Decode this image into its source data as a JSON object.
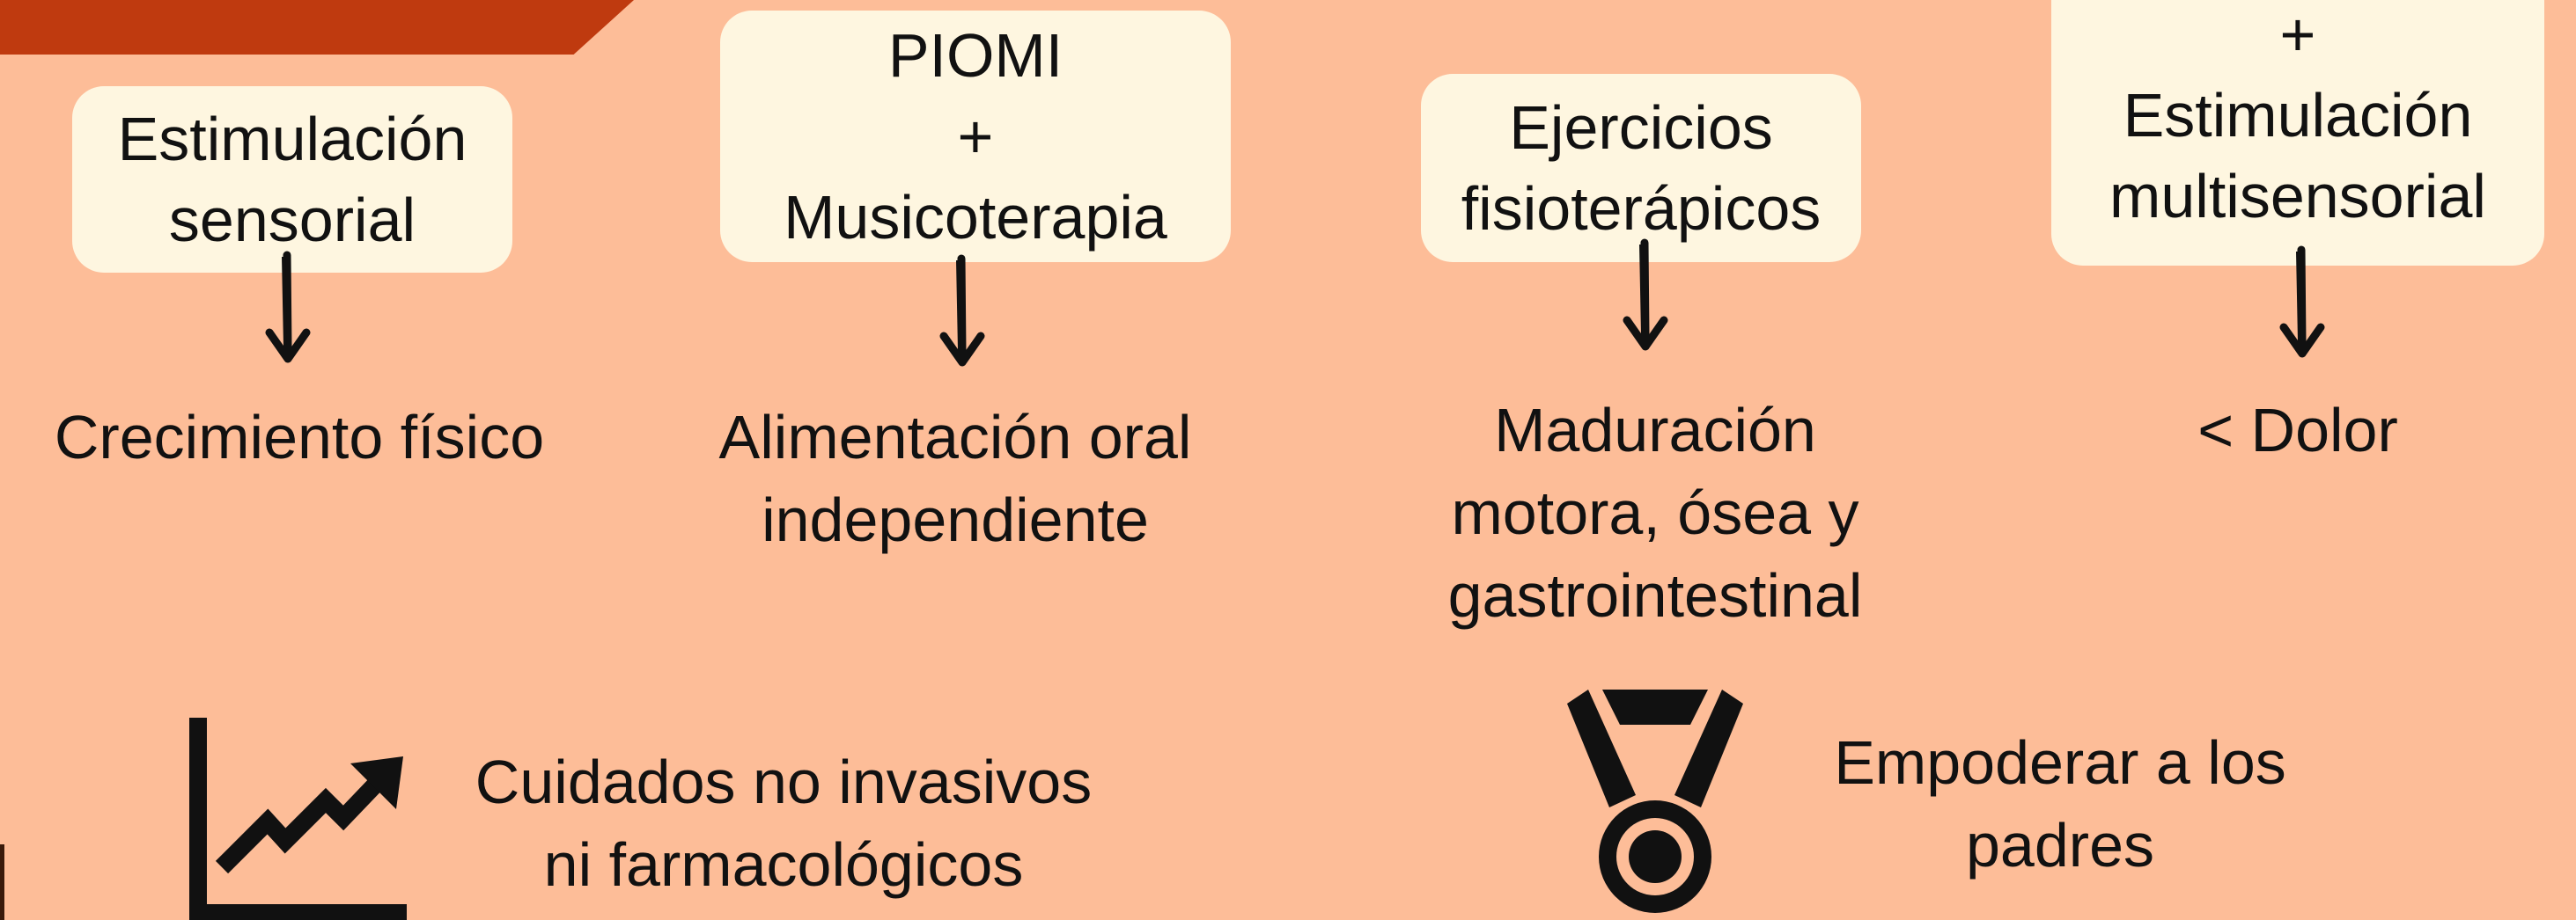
{
  "columns": [
    {
      "intervention": [
        "Estimulación",
        "sensorial"
      ],
      "outcome": [
        "Crecimiento físico"
      ]
    },
    {
      "intervention": [
        "PIOMI",
        "+",
        "Musicoterapia"
      ],
      "outcome": [
        "Alimentación oral",
        "independiente"
      ]
    },
    {
      "intervention": [
        "Ejercicios",
        "fisioterápicos"
      ],
      "outcome": [
        "Maduración",
        "motora, ósea y",
        "gastrointestinal"
      ]
    },
    {
      "intervention": [
        "+",
        "Estimulación",
        "multisensorial"
      ],
      "outcome": [
        "< Dolor"
      ]
    }
  ],
  "benefits": {
    "left": [
      "Cuidados no invasivos",
      "ni farmacológicos"
    ],
    "right": [
      "Empoderar a los",
      "padres"
    ]
  },
  "icons": {
    "left": "trend-chart-icon",
    "right": "medal-icon"
  },
  "colors": {
    "background": "#fdbd98",
    "box": "#fef6e0",
    "accent": "#bf3a0f",
    "ink": "#111111"
  }
}
